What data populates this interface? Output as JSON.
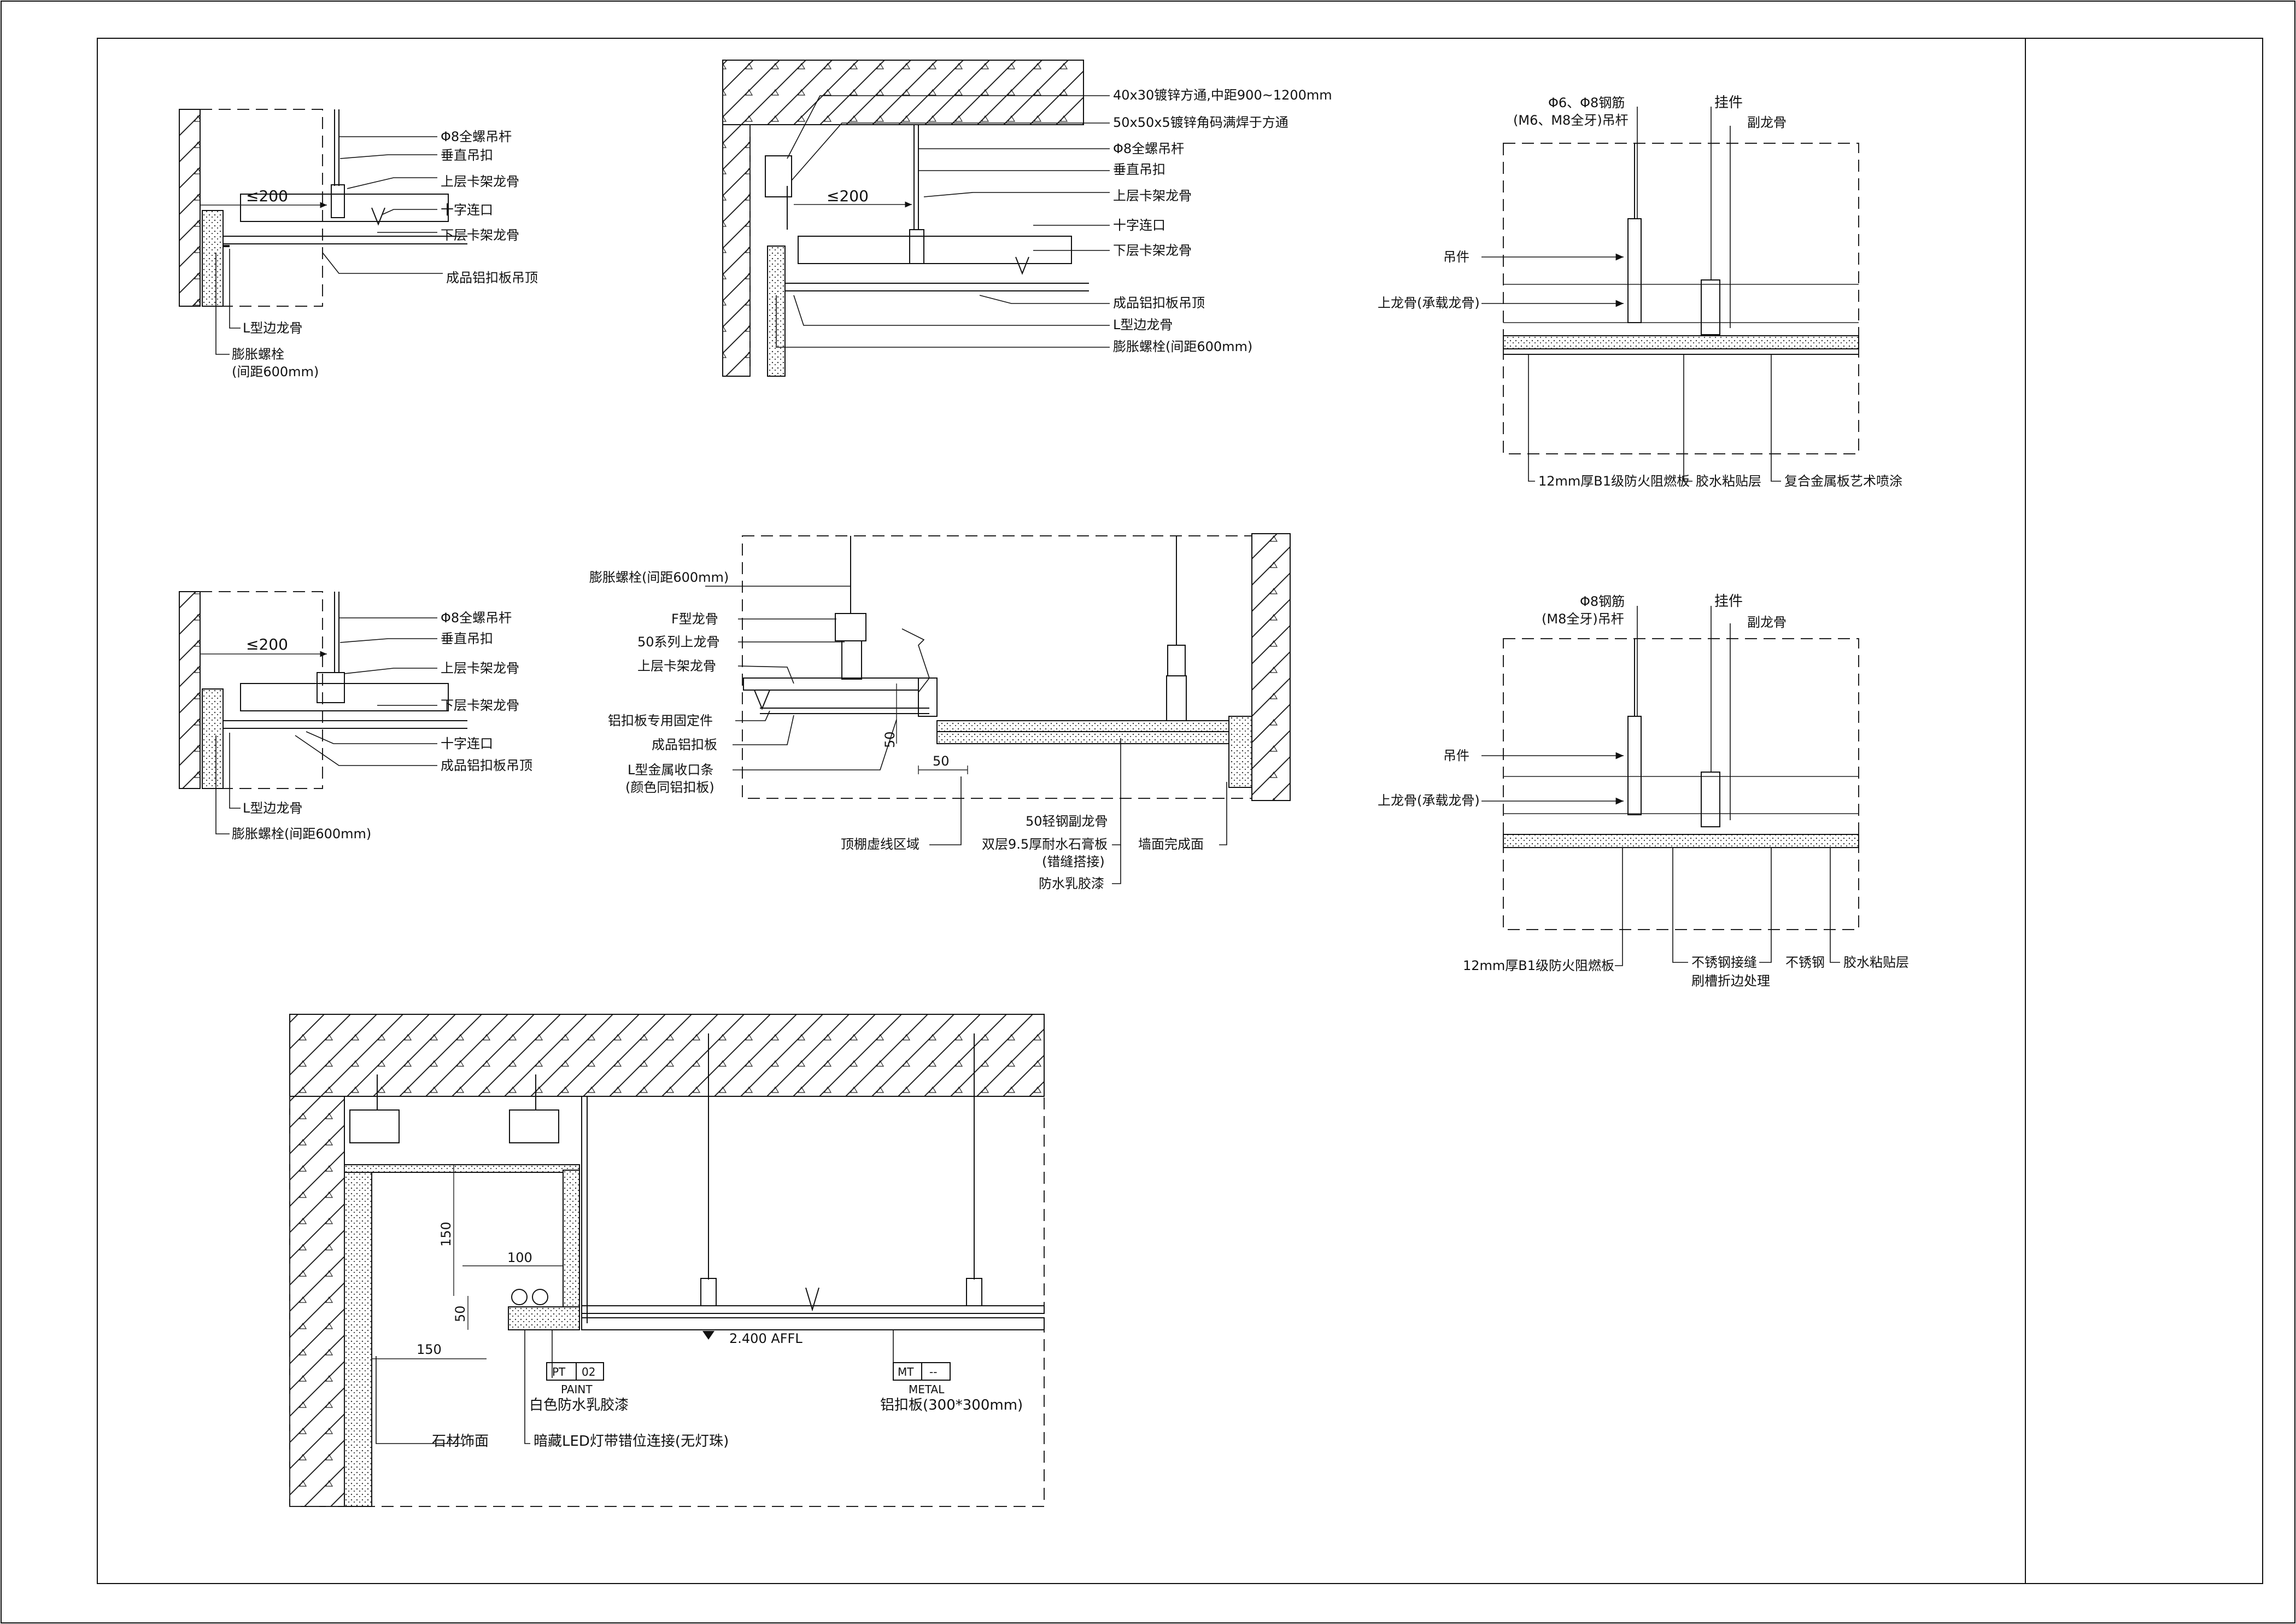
{
  "detail_a": {
    "dim": "≤200",
    "labels": {
      "rod": "Φ8全螺吊杆",
      "hanger": "垂直吊扣",
      "upper_keel": "上层卡架龙骨",
      "cross": "十字连口",
      "lower_keel": "下层卡架龙骨",
      "ceiling": "成品铝扣板吊顶",
      "edge_keel": "L型边龙骨",
      "bolt_1": "膨胀螺栓",
      "bolt_2": "(间距600mm)"
    }
  },
  "detail_b": {
    "dim": "≤200",
    "labels": {
      "tube": "40x30镀锌方通,中距900~1200mm",
      "angle": "50x50x5镀锌角码满焊于方通",
      "rod": "Φ8全螺吊杆",
      "hanger": "垂直吊扣",
      "upper_keel": "上层卡架龙骨",
      "cross": "十字连口",
      "lower_keel": "下层卡架龙骨",
      "ceiling": "成品铝扣板吊顶",
      "edge_keel": "L型边龙骨",
      "bolt": "膨胀螺栓(间距600mm)"
    }
  },
  "detail_c": {
    "labels": {
      "rod_1": "Φ6、Φ8钢筋",
      "rod_2": "(M6、M8全牙)吊杆",
      "hook": "挂件",
      "sub_keel": "副龙骨",
      "hanger": "吊件",
      "main_keel": "上龙骨(承载龙骨)",
      "board": "12mm厚B1级防火阻燃板",
      "glue": "胶水粘贴层",
      "finish": "复合金属板艺术喷涂"
    }
  },
  "detail_d": {
    "dim": "≤200",
    "labels": {
      "rod": "Φ8全螺吊杆",
      "hanger": "垂直吊扣",
      "upper_keel": "上层卡架龙骨",
      "lower_keel": "下层卡架龙骨",
      "cross": "十字连口",
      "ceiling": "成品铝扣板吊顶",
      "edge_keel": "L型边龙骨",
      "bolt": "膨胀螺栓(间距600mm)"
    }
  },
  "detail_e": {
    "dims": {
      "d50_v": "50",
      "d50_h": "50"
    },
    "labels": {
      "bolt": "膨胀螺栓(间距600mm)",
      "f_keel": "F型龙骨",
      "main_keel": "50系列上龙骨",
      "upper_keel": "上层卡架龙骨",
      "fixing": "铝扣板专用固定件",
      "panel": "成品铝扣板",
      "trim_1": "L型金属收口条",
      "trim_2": "(颜色同铝扣板)",
      "frame": "顶棚虚线区域",
      "sub_keel": "50轻钢副龙骨",
      "gypsum_1": "双层9.5厚耐水石膏板",
      "gypsum_2": "(错缝搭接)",
      "paint": "防水乳胶漆",
      "wall": "墙面完成面"
    }
  },
  "detail_f": {
    "labels": {
      "rod_1": "Φ8钢筋",
      "rod_2": "(M8全牙)吊杆",
      "hook": "挂件",
      "sub_keel": "副龙骨",
      "hanger": "吊件",
      "main_keel": "上龙骨(承载龙骨)",
      "board": "12mm厚B1级防火阻燃板",
      "joint_1": "不锈钢接缝",
      "joint_2": "刷槽折边处理",
      "steel": "不锈钢",
      "glue": "胶水粘贴层"
    }
  },
  "detail_g": {
    "dims": {
      "d150_v": "150",
      "d100": "100",
      "d50": "50",
      "d150_h": "150"
    },
    "level": "2.400 AFFL",
    "tag_pt": {
      "code": "PT",
      "num": "02",
      "cat": "PAINT",
      "desc": "白色防水乳胶漆"
    },
    "tag_mt": {
      "code": "MT",
      "num": "--",
      "cat": "METAL",
      "desc": "铝扣板(300*300mm)"
    },
    "labels": {
      "stone": "石材饰面",
      "led": "暗藏LED灯带错位连接(无灯珠)"
    }
  }
}
